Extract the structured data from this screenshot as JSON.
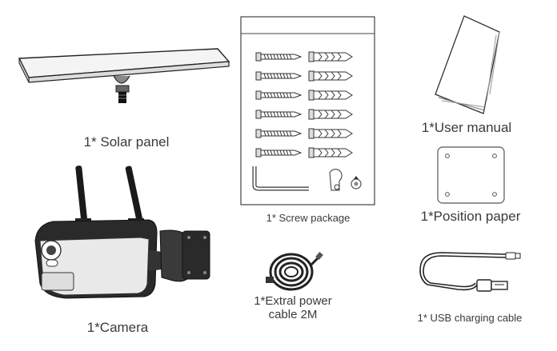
{
  "items": [
    {
      "label": "1* Solar panel",
      "icon": "solar-panel-icon"
    },
    {
      "label": "1* Screw package",
      "icon": "screw-package-icon"
    },
    {
      "label": "1*User manual",
      "icon": "user-manual-icon"
    },
    {
      "label": "1*Camera",
      "icon": "camera-icon"
    },
    {
      "label_lines": [
        "1*Extral power",
        "cable 2M"
      ],
      "icon": "power-cable-icon"
    },
    {
      "label": "1*Position paper",
      "icon": "position-paper-icon"
    },
    {
      "label": "1* USB charging cable",
      "icon": "usb-cable-icon"
    }
  ]
}
